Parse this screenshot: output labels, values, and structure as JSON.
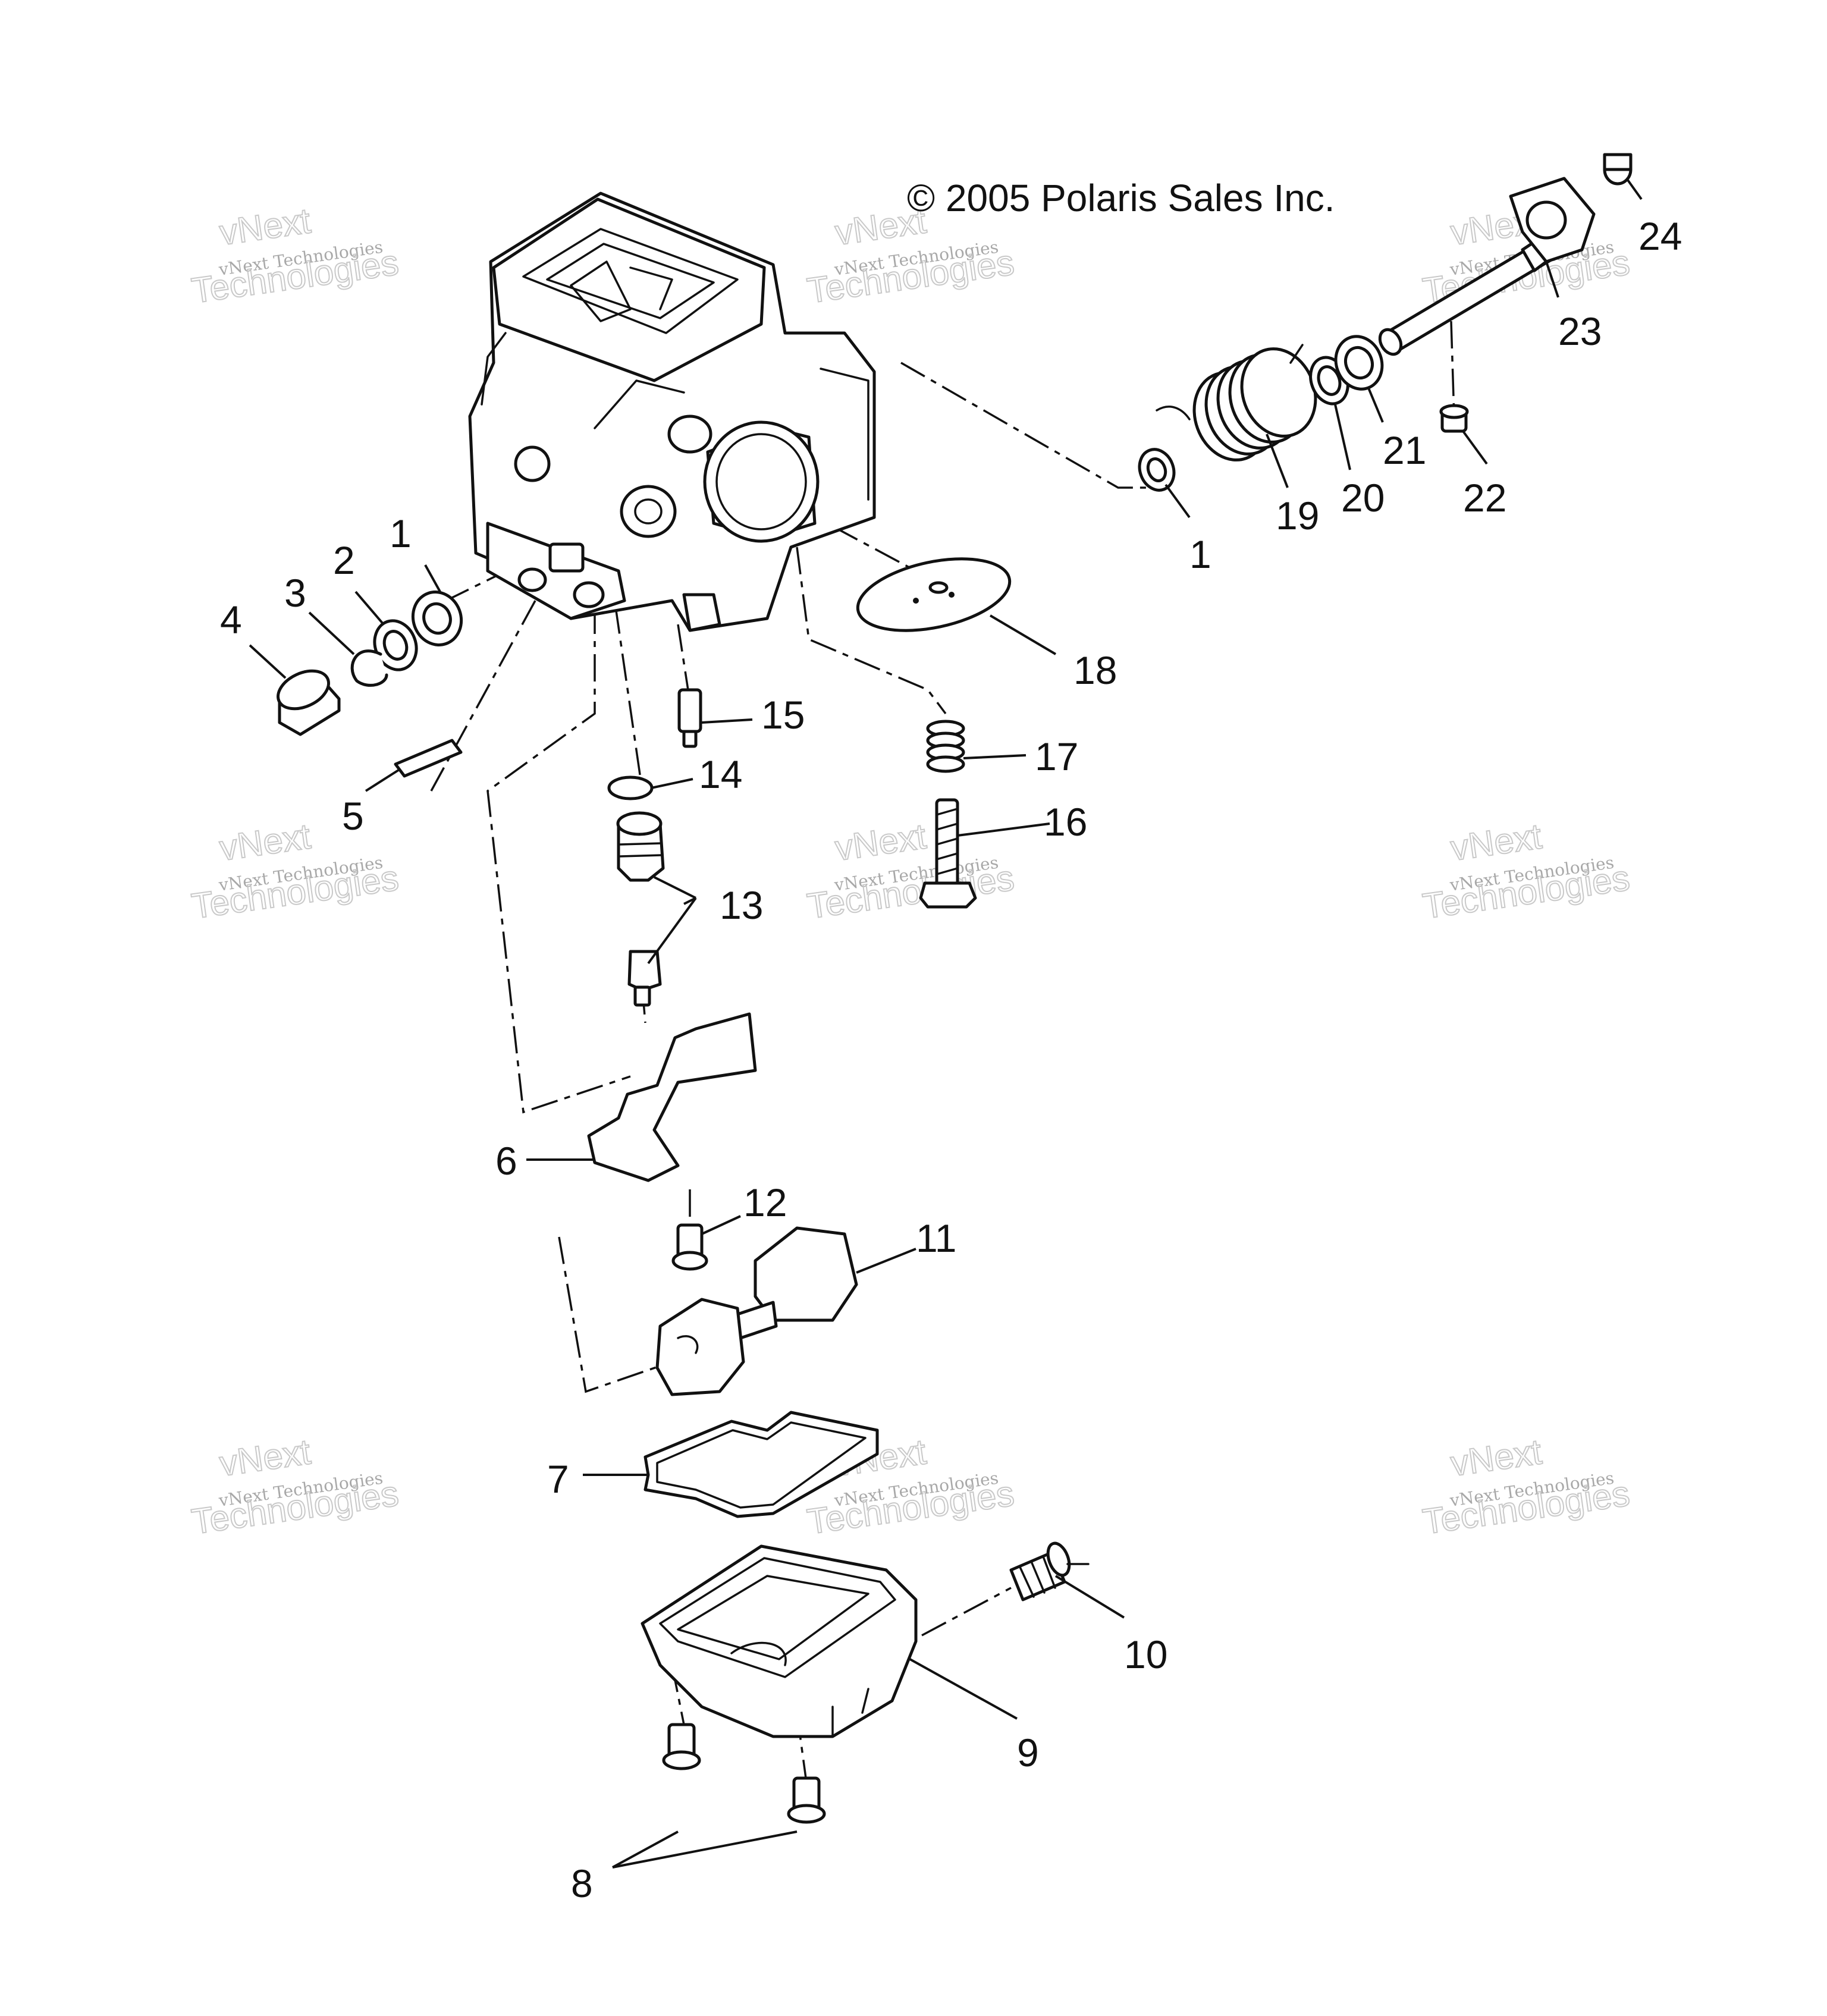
{
  "copyright": "© 2005 Polaris Sales Inc.",
  "watermark": {
    "line1": "vNext",
    "line2": "Technologies",
    "small": "vNext Technologies"
  },
  "callouts": {
    "c1a": "1",
    "c1b": "1",
    "c2": "2",
    "c3": "3",
    "c4": "4",
    "c5": "5",
    "c6": "6",
    "c7": "7",
    "c8": "8",
    "c9": "9",
    "c10": "10",
    "c11": "11",
    "c12": "12",
    "c13": "13",
    "c14": "14",
    "c15": "15",
    "c16": "16",
    "c17": "17",
    "c18": "18",
    "c19": "19",
    "c20": "20",
    "c21": "21",
    "c22": "22",
    "c23": "23",
    "c24": "24"
  }
}
